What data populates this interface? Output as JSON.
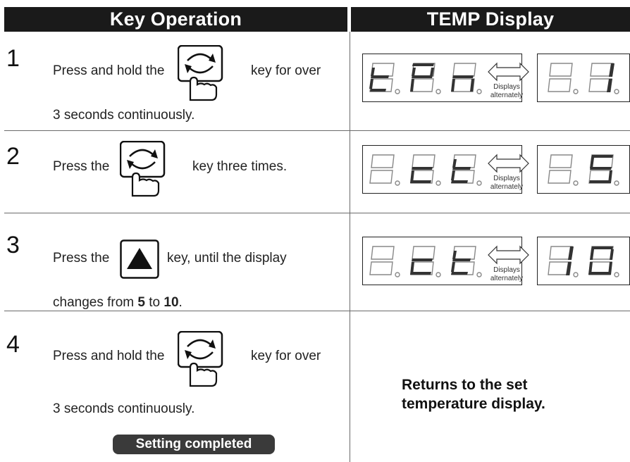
{
  "headers": {
    "key_operation": "Key Operation",
    "temp_display": "TEMP Display"
  },
  "steps": [
    {
      "number": "1",
      "line1_before": "Press and hold the",
      "line1_after": "key for over",
      "line2": "3 seconds continuously.",
      "key": "set-key",
      "display_from": "tPn",
      "display_to": "1",
      "display_caption_1": "Displays",
      "display_caption_2": "alternately"
    },
    {
      "number": "2",
      "line1_before": "Press the",
      "line1_after": "key three times.",
      "key": "set-key",
      "display_from": "ct",
      "display_to": "5",
      "display_caption_1": "Displays",
      "display_caption_2": "alternately"
    },
    {
      "number": "3",
      "line1_before": "Press  the",
      "line1_after": "key, until the display",
      "line2_pre": "changes from ",
      "line2_from": "5",
      "line2_mid": " to ",
      "line2_to": "10",
      "line2_end": ".",
      "key": "up-key",
      "display_from": "ct",
      "display_to": "10",
      "display_caption_1": "Displays",
      "display_caption_2": "alternately"
    },
    {
      "number": "4",
      "line1_before": "Press and hold the",
      "line1_after": "key for over",
      "line2": "3 seconds continuously.",
      "key": "set-key",
      "badge": "Setting completed",
      "result_line1": "Returns to the set",
      "result_line2": "temperature display."
    }
  ]
}
